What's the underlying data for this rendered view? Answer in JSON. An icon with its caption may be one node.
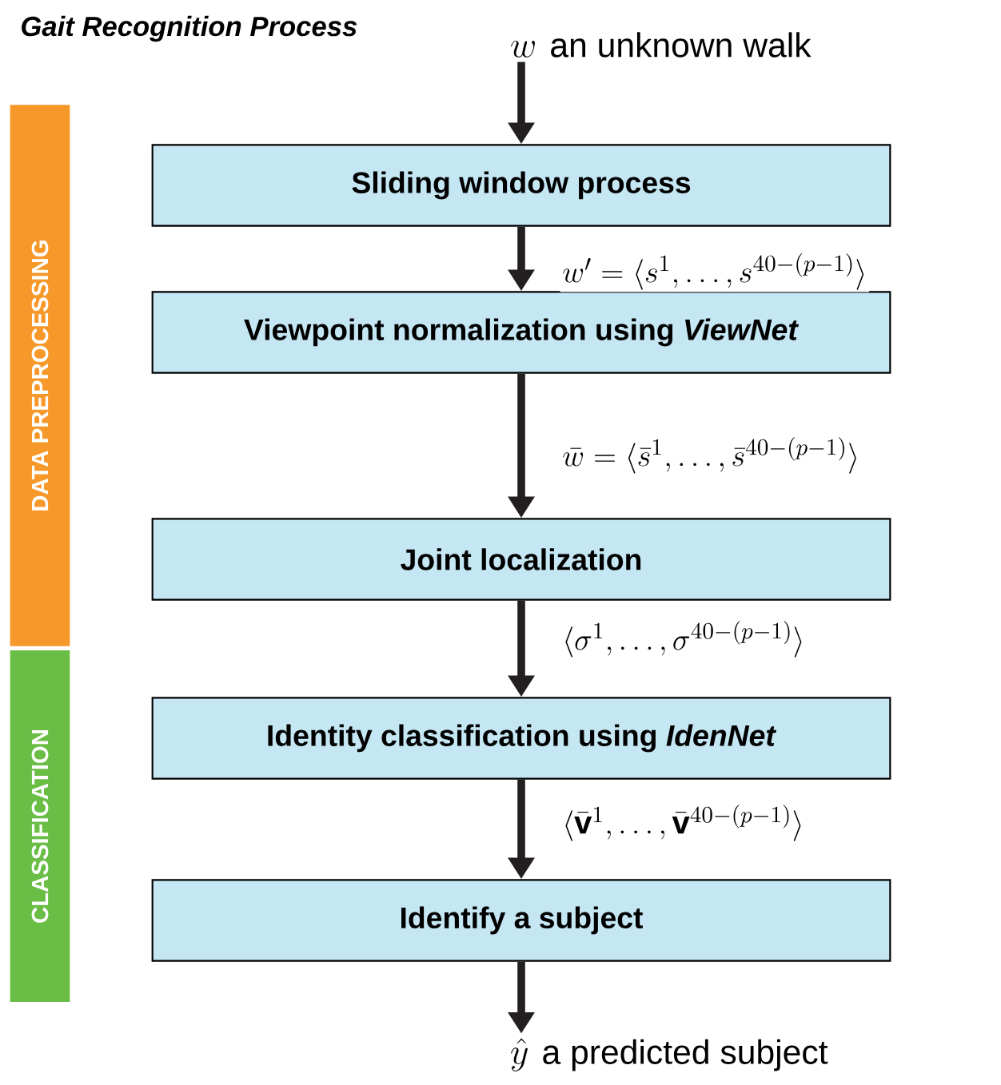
{
  "diagram": {
    "title": "Gait Recognition Process",
    "nodes": [
      {
        "text": [
          "w",
          "an unknown walk"
        ]
      },
      {
        "text": [
          "Sliding window process"
        ]
      },
      {
        "text": [
          "Viewpoint normalization using *ViewNet*"
        ]
      },
      {
        "text": [
          "Joint localization"
        ]
      },
      {
        "text": [
          "Identity classification using *IdenNet*"
        ]
      },
      {
        "text": [
          "Identify a subject"
        ]
      },
      {
        "text": [
          "\\hat{y}",
          "a predicted subject"
        ]
      },
      {
        "text": [
          "DATA PREPROCESSING"
        ]
      },
      {
        "text": [
          "CLASSIFICATION"
        ]
      }
    ],
    "edges": [
      {
        "from": 0,
        "to": 1,
        "arrow": "to"
      },
      {
        "from": 1,
        "to": 2,
        "arrow": "to",
        "label": "w' = \\langle s^1, \\ldots, s^{40-(p-1)} \\rangle"
      },
      {
        "from": 2,
        "to": 3,
        "arrow": "to",
        "label": "\\bar{w} = \\langle \\bar{s}^1, \\ldots, \\bar{s}^{40-(p-1)} \\rangle"
      },
      {
        "from": 3,
        "to": 4,
        "arrow": "to",
        "label": "\\langle \\sigma^1, \\ldots, \\sigma^{40-(p-1)} \\rangle"
      },
      {
        "from": 4,
        "to": 5,
        "arrow": "to",
        "label": "\\langle \\bar{\\mathbf{v}}^1, \\ldots, \\bar{\\mathbf{v}}^{40-(p-1)} \\rangle"
      },
      {
        "from": 5,
        "to": 6,
        "arrow": "to"
      }
    ]
  }
}
